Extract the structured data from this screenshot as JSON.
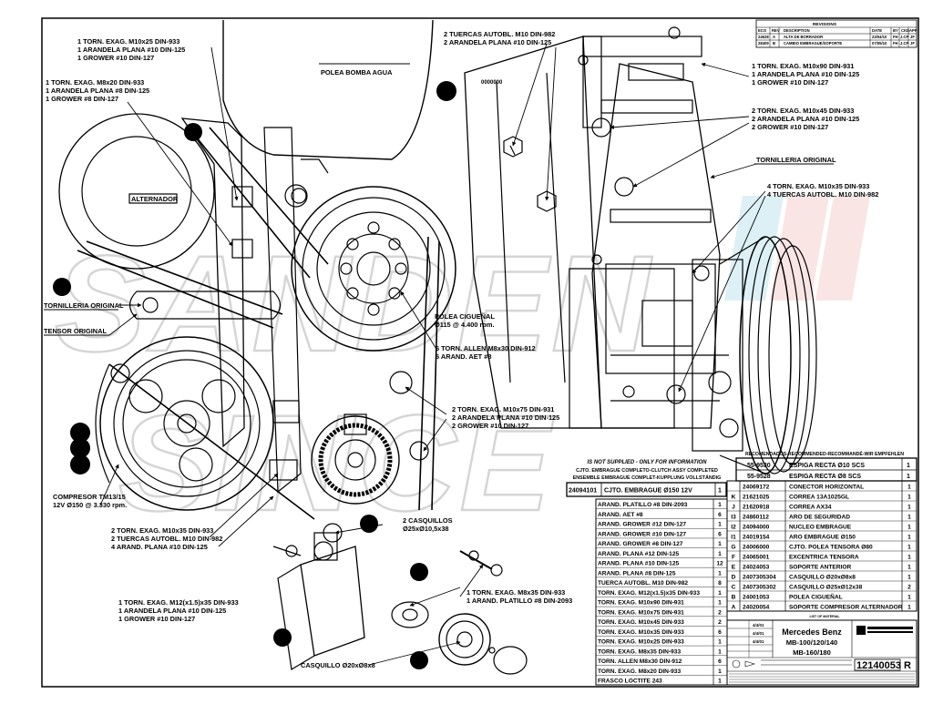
{
  "callouts": {
    "c1": [
      "1 TORN. EXAG. M10x25 DIN-933",
      "1 ARANDELA PLANA #10 DIN-125",
      "1 GROWER #10 DIN-127"
    ],
    "c2": [
      "1 TORN. EXAG. M8x20 DIN-933",
      "1 ARANDELA PLANA #8 DIN-125",
      "1 GROWER #8 DIN-127"
    ],
    "c3": [
      "2 TUERCAS AUTOBL. M10 DIN-982",
      "2 ARANDELA PLANA #10 DIN-125"
    ],
    "c4": [
      "1 TORN. EXAG. M10x90 DIN-931",
      "1 ARANDELA PLANA #10 DIN-125",
      "1 GROWER #10 DIN-127"
    ],
    "c5": [
      "2 TORN. EXAG. M10x45 DIN-933",
      "2 ARANDELA PLANA #10 DIN-125",
      "2 GROWER #10 DIN-127"
    ],
    "c6": [
      "4 TORN. EXAG. M10x35 DIN-933",
      "4 TUERCAS AUTOBL. M10 DIN-982"
    ],
    "c7": [
      "6 TORN. ALLEN M8x30 DIN-912",
      "6 ARAND. AET #8"
    ],
    "c8": [
      "2 TORN. EXAG. M10x75 DIN-931",
      "2 ARANDELA PLANA #10 DIN-125",
      "2 GROWER #10 DIN-127"
    ],
    "c9": [
      "2 TORN. EXAG. M10x35 DIN-933",
      "2 TUERCAS AUTOBL. M10 DIN-982",
      "4 ARAND. PLANA #10 DIN-125"
    ],
    "c10": [
      "2 CASQUILLOS",
      "Ø25xØ10,5x38"
    ],
    "c11": [
      "1 TORN. EXAG. M12(x1.5)x35 DIN-933",
      "1 ARANDELA PLANA #10 DIN-125",
      "1 GROWER #10 DIN-127"
    ],
    "c12": [
      "1 TORN. EXAG. M8x35 DIN-933",
      "1 ARAND. PLATILLO #8 DIN-2093"
    ]
  },
  "labels": {
    "polea_bomba": "POLEA BOMBA AGUA",
    "alternador": "ALTERNADOR",
    "torn_orig_left": "TORNILLERIA ORIGINAL",
    "tensor": "TENSOR ORIGINAL",
    "torn_orig_right": "TORNILLERIA ORIGINAL",
    "polea_cig": "POLEA CIGUEÑAL",
    "polea_cig_spec": "Ø115 @ 4.400 rpm.",
    "compresor": "COMPRESOR TM13/15",
    "compresor_spec": "12V Ø150 @ 3.330 rpm.",
    "casquillo": "CASQUILLO Ø20xØ8x8",
    "marking": "0000000"
  },
  "revisions": {
    "header": "REVISIONS",
    "cols": [
      "ECO",
      "REV",
      "DESCRIPTION",
      "DATE",
      "BY",
      "CKD",
      "APP"
    ],
    "rows": [
      [
        "24628",
        "A",
        "ALTA DE BORRADOR",
        "23/04/10",
        "FH",
        "J.CP",
        "JF"
      ],
      [
        "28409",
        "B",
        "CAMBIO EMBRAGUE/SOPORTE",
        "07/05/10",
        "FH",
        "J.CP",
        "JF"
      ]
    ]
  },
  "supplied": {
    "line1": "IS NOT SUPPLIED - ONLY FOR INFORMATION",
    "line2": "CJTO. EMBRAGUE COMPLETO-CLUTCH ASSY COMPLETED",
    "line3": "ENSEMBLE EMBRAGUE COMPLET-KUPPLUNG VOLLSTÄNDIG",
    "row": [
      "24094101",
      "CJTO. EMBRAGUE Ø150 12V",
      "1"
    ]
  },
  "recommended": {
    "header": "RECOMENDADOS-RECOMMENDED-RECOMMANDÉ-WIR EMPFEHLEN",
    "rows": [
      [
        "55-9530",
        "ESPIGA RECTA Ø10 SCS",
        "1"
      ],
      [
        "55-9528",
        "ESPIGA RECTA Ø8 SCS",
        "1"
      ]
    ]
  },
  "hardware_list": [
    [
      "ARAND. PLATILLO #8 DIN-2093",
      "1"
    ],
    [
      "ARAND. AET #8",
      "6"
    ],
    [
      "ARAND. GROWER #12 DIN-127",
      "1"
    ],
    [
      "ARAND. GROWER #10 DIN-127",
      "6"
    ],
    [
      "ARAND. GROWER #8 DIN-127",
      "1"
    ],
    [
      "ARAND. PLANA #12 DIN-125",
      "1"
    ],
    [
      "ARAND. PLANA #10 DIN-125",
      "12"
    ],
    [
      "ARAND. PLANA #8 DIN-125",
      "1"
    ],
    [
      "TUERCA AUTOBL. M10 DIN-982",
      "8"
    ],
    [
      "TORN. EXAG. M12(x1.5)x35 DIN-933",
      "1"
    ],
    [
      "TORN. EXAG. M10x90 DIN-931",
      "1"
    ],
    [
      "TORN. EXAG. M10x75 DIN-931",
      "2"
    ],
    [
      "TORN. EXAG. M10x45 DIN-933",
      "2"
    ],
    [
      "TORN. EXAG. M10x35 DIN-933",
      "6"
    ],
    [
      "TORN. EXAG. M10x25 DIN-933",
      "1"
    ],
    [
      "TORN. EXAG. M8x35 DIN-933",
      "1"
    ],
    [
      "TORN. ALLEN M8x30 DIN-912",
      "6"
    ],
    [
      "TORN. EXAG. M8x20 DIN-933",
      "1"
    ],
    [
      "FRASCO LOCTITE 243",
      "1"
    ]
  ],
  "parts_list": [
    [
      "",
      "24069172",
      "CONECTOR HORIZONTAL",
      "1"
    ],
    [
      "K",
      "21621025",
      "CORREA 13A1025GL",
      "1"
    ],
    [
      "J",
      "21620918",
      "CORREA AX34",
      "1"
    ],
    [
      "I3",
      "24860112",
      "ARO DE SEGURIDAD",
      "1"
    ],
    [
      "I2",
      "24094000",
      "NUCLEO EMBRAGUE",
      "1"
    ],
    [
      "I1",
      "24019154",
      "ARO EMBRAGUE Ø150",
      "1"
    ],
    [
      "G",
      "24006000",
      "CJTO. POLEA TENSORA Ø80",
      "1"
    ],
    [
      "F",
      "24065001",
      "EXCENTRICA TENSORA",
      "1"
    ],
    [
      "E",
      "24024053",
      "SOPORTE ANTERIOR",
      "1"
    ],
    [
      "D",
      "2407305304",
      "CASQUILLO Ø20xØ8x8",
      "1"
    ],
    [
      "C",
      "2407305302",
      "CASQUILLO Ø25xØ12x38",
      "2"
    ],
    [
      "B",
      "24001053",
      "POLEA CIGUEÑAL",
      "1"
    ],
    [
      "A",
      "24020054",
      "SOPORTE COMPRESOR ALTERNADOR",
      "1"
    ]
  ],
  "list_of_material": "LIST OF MATERIAL",
  "title_block": {
    "line1": "Mercedes Benz",
    "line2": "MB-100/120/140",
    "line3": "MB-160/180",
    "drawing_number": "12140053",
    "revision": "R",
    "dates": [
      "4/4/01",
      "4/4/01",
      "4/4/01"
    ]
  },
  "watermark": "SANDEN SINCE"
}
